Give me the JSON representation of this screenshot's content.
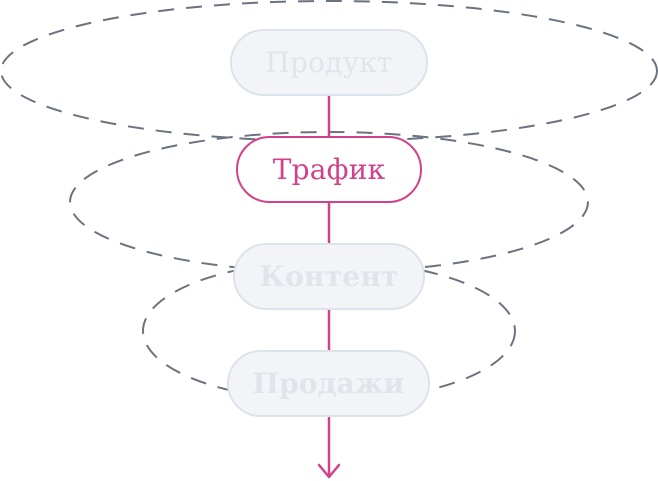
{
  "diagram": {
    "stages": [
      {
        "label": "Продукт",
        "state": "inactive"
      },
      {
        "label": "Трафик",
        "state": "active"
      },
      {
        "label": "Контент",
        "state": "inactive"
      },
      {
        "label": "Продажи",
        "state": "inactive"
      }
    ],
    "colors": {
      "accent": "#d2428a",
      "ring": "#6b7280",
      "inactive_fill": "#f3f4f7",
      "inactive_border": "#dde3ea",
      "inactive_text": "#e0e5ec"
    }
  }
}
